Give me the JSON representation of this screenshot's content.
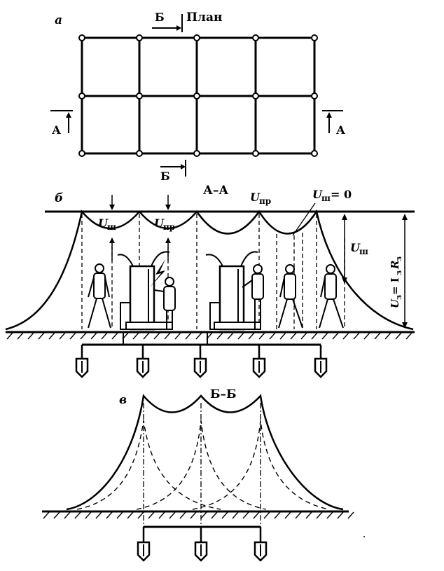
{
  "panels": {
    "a": {
      "letter": "а",
      "title": "План",
      "section_b_label": "Б",
      "section_a_label": "А"
    },
    "b": {
      "letter": "б",
      "title": "А–А",
      "u_step": "U",
      "u_step_sub": "ш",
      "u_touch": "U",
      "u_touch_sub": "пр",
      "u_step_zero_sub": "ш",
      "u_step_zero_tail": "= 0",
      "u_earth": "U",
      "u_earth_sub": "з",
      "u_earth_eq": " = I",
      "u_earth_eq_sub": "з",
      "u_earth_r": "R",
      "u_earth_r_sub": "з"
    },
    "c": {
      "letter": "в",
      "title": "Б–Б"
    }
  }
}
